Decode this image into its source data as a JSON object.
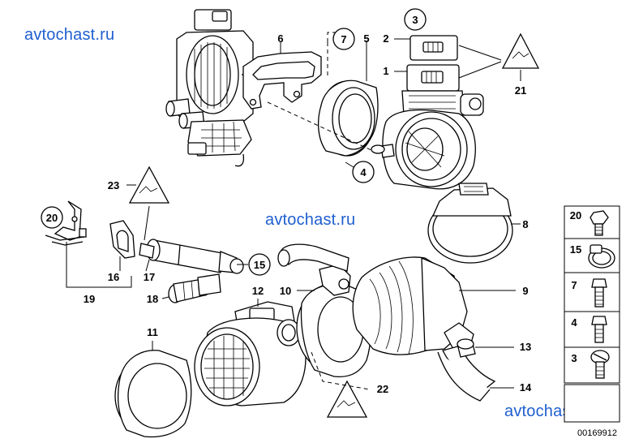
{
  "watermarks": [
    "avtochast.ru",
    "avtochast.ru",
    "avtochast.ru"
  ],
  "diagram_number": "00169912",
  "parts": {
    "p1": "1",
    "p2": "2",
    "p3": "3",
    "p4": "4",
    "p5": "5",
    "p6": "6",
    "p7": "7",
    "p8": "8",
    "p9": "9",
    "p10": "10",
    "p11": "11",
    "p12": "12",
    "p13": "13",
    "p14": "14",
    "p15": "15",
    "p16": "16",
    "p17": "17",
    "p18": "18",
    "p19": "19",
    "p20": "20",
    "p21": "21",
    "p22": "22",
    "p23": "23"
  },
  "legend": {
    "items": [
      {
        "label": "20",
        "icon": "hex-bolt-icon"
      },
      {
        "label": "15",
        "icon": "hose-clamp-icon"
      },
      {
        "label": "7",
        "icon": "bolt-icon"
      },
      {
        "label": "4",
        "icon": "bolt-icon"
      },
      {
        "label": "3",
        "icon": "slotted-screw-icon"
      }
    ]
  }
}
